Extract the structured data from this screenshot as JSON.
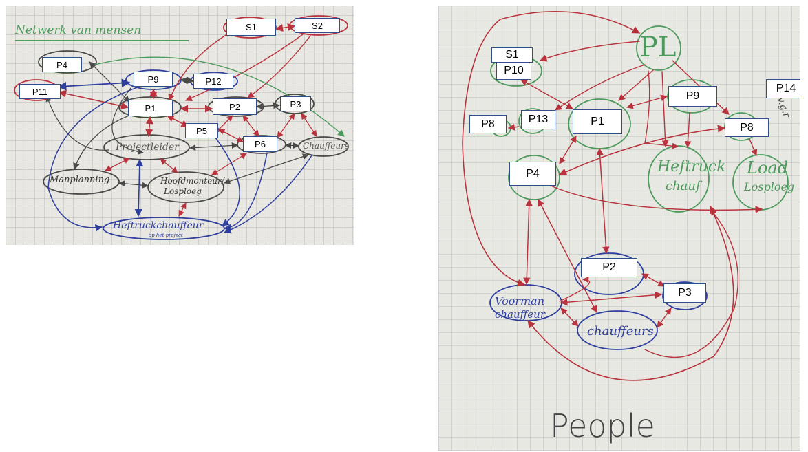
{
  "colors": {
    "red": "#b8333d",
    "blue": "#2f3f9e",
    "green": "#4c9a5c",
    "dark": "#4a4a4a"
  },
  "left": {
    "title": "Netwerk van mensen",
    "nodes": {
      "projectleider": "Projectleider",
      "chauffeurs": "Chauffeurs",
      "manplanning": "Manplanning",
      "hoofdmonteur_1": "Hoofdmonteur/",
      "hoofdmonteur_2": "Losploeg",
      "heftruck": "Heftruckchauffeur",
      "heftruck_sub": "op het project"
    },
    "labels": {
      "s1": "S1",
      "s2": "S2",
      "p4": "P4",
      "p9": "P9",
      "p12": "P12",
      "p11": "P11",
      "p1": "P1",
      "p2": "P2",
      "p3": "P3",
      "p5": "P5",
      "p6": "P6"
    }
  },
  "right": {
    "footer": "People",
    "nodes": {
      "pl": "PL",
      "heftruck_1": "Heftruck",
      "heftruck_2": "chauf",
      "load_1": "Load",
      "load_2": "Losploeg",
      "voorman_1": "Voorman",
      "voorman_2": "chauffeur",
      "chauffeurs": "chauffeurs",
      "vgr": "v.g.r"
    },
    "labels": {
      "s1": "S1",
      "p10": "P10",
      "p14": "P14",
      "p9": "P9",
      "p8a": "P8",
      "p13": "P13",
      "p1": "P1",
      "p8b": "P8",
      "p4": "P4",
      "p2": "P2",
      "p3": "P3"
    }
  }
}
